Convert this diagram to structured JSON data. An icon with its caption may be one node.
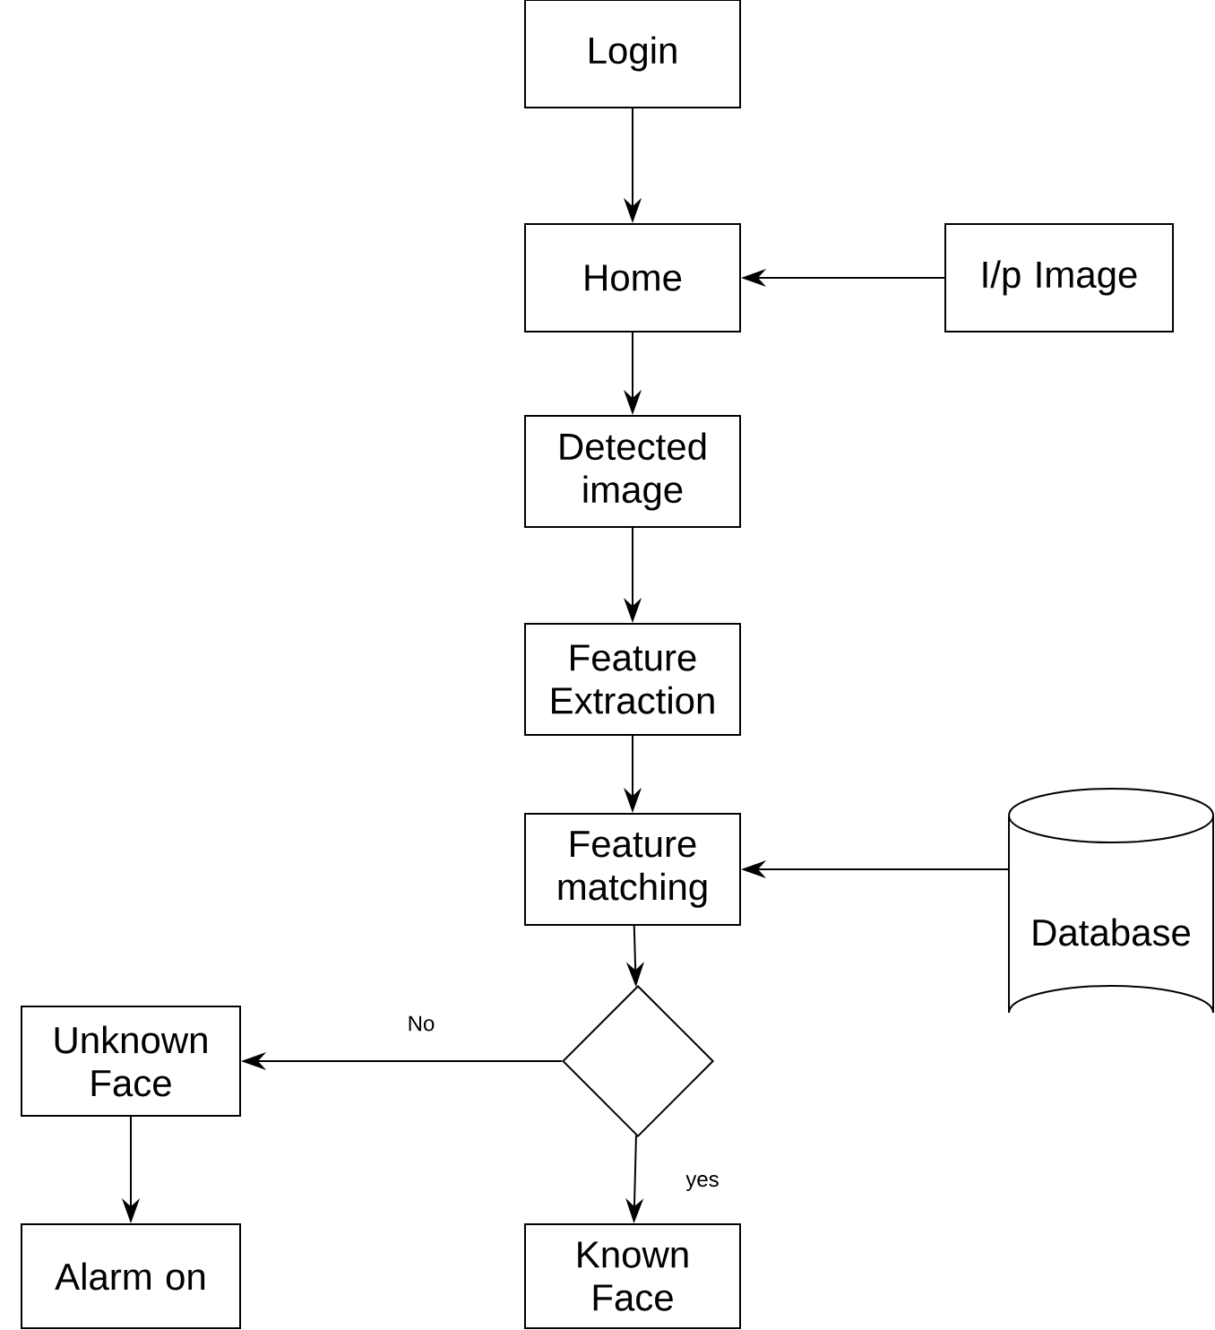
{
  "diagram": {
    "nodes": [
      {
        "text": [
          "Login"
        ]
      },
      {
        "text": [
          "Home"
        ]
      },
      {
        "text": [
          "I/p Image"
        ]
      },
      {
        "text": [
          "Detected image"
        ]
      },
      {
        "text": [
          "Feature Extraction"
        ]
      },
      {
        "text": [
          "Feature matching"
        ]
      },
      {
        "text": [
          "Database"
        ]
      },
      {
        "text": [],
        "shape": "diamond"
      },
      {
        "text": [
          "Unknown Face"
        ]
      },
      {
        "text": [
          "Alarm on"
        ]
      },
      {
        "text": [
          "Known Face"
        ]
      }
    ],
    "edges": [
      {
        "from": 0,
        "to": 1,
        "arrow": "to"
      },
      {
        "from": 2,
        "to": 1,
        "arrow": "to"
      },
      {
        "from": 1,
        "to": 3,
        "arrow": "to"
      },
      {
        "from": 3,
        "to": 4,
        "arrow": "to"
      },
      {
        "from": 4,
        "to": 5,
        "arrow": "to"
      },
      {
        "from": 6,
        "to": 5,
        "arrow": "to"
      },
      {
        "from": 5,
        "to": 7,
        "arrow": "to"
      },
      {
        "from": 7,
        "to": 8,
        "label": "No",
        "arrow": "to"
      },
      {
        "from": 8,
        "to": 9,
        "arrow": "to"
      },
      {
        "from": 7,
        "to": 10,
        "label": "yes",
        "arrow": "to"
      }
    ]
  }
}
